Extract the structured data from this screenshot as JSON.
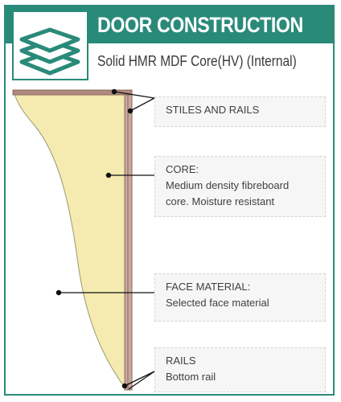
{
  "header": {
    "title": "DOOR CONSTRUCTION",
    "subtitle": "Solid HMR MDF Core(HV) (Internal)",
    "icon": "stacked-layers-icon"
  },
  "labels": {
    "stiles": {
      "heading": "STILES AND RAILS"
    },
    "core": {
      "heading": "CORE:",
      "line1": "Medium density fibreboard",
      "line2": "core. Moisture resistant"
    },
    "face": {
      "heading": "FACE MATERIAL:",
      "line1": "Selected face material"
    },
    "rails": {
      "heading": "RAILS",
      "line1": "Bottom rail"
    }
  },
  "colors": {
    "brand_teal": "#2a8a79",
    "core_fill": "#f5eab0",
    "frame": "#b08a7e"
  }
}
